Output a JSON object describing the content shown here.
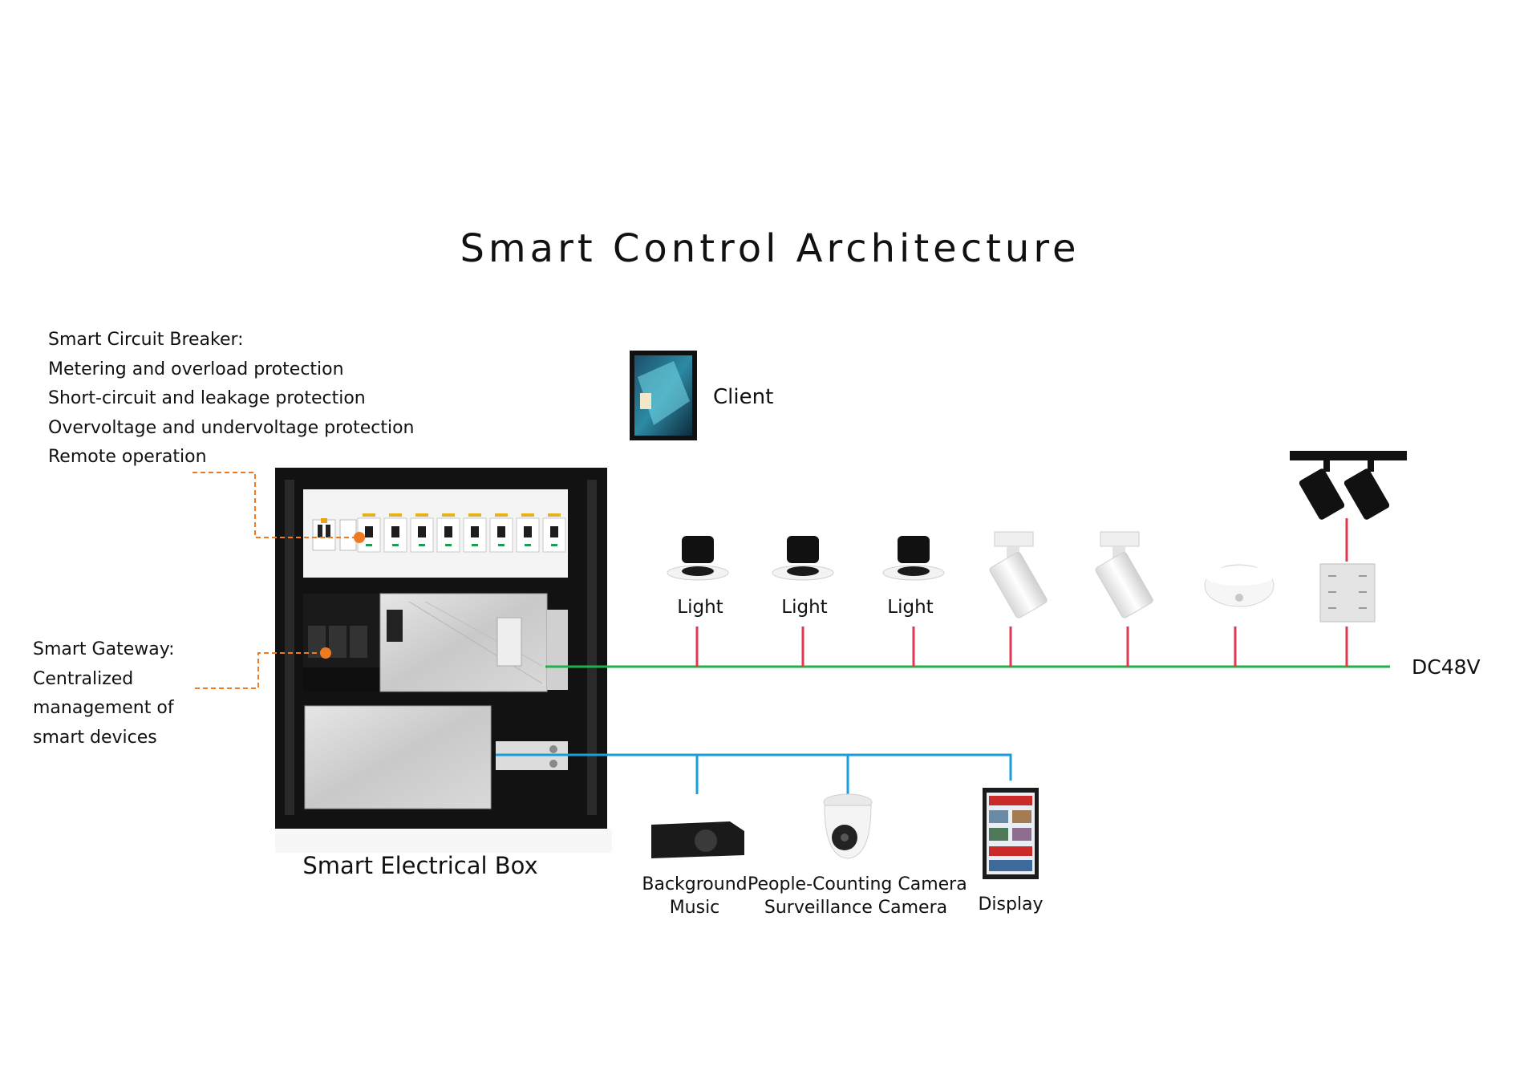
{
  "title": "Smart Control Architecture",
  "breaker_features": {
    "heading": "Smart Circuit Breaker:",
    "items": [
      "Metering and overload protection",
      "Short-circuit and leakage protection",
      "Overvoltage and undervoltage protection",
      "Remote operation"
    ]
  },
  "gateway_features": {
    "lines": [
      "Smart Gateway:",
      "Centralized",
      "management of",
      "smart devices"
    ]
  },
  "client_label": "Client",
  "box_label": "Smart Electrical Box",
  "bus_label": "DC48V",
  "lights": [
    {
      "label": "Light"
    },
    {
      "label": "Light"
    },
    {
      "label": "Light"
    }
  ],
  "network_devices": {
    "music": {
      "line1": "Background",
      "line2": "Music"
    },
    "camera": {
      "line1": "People-Counting Camera",
      "line2": "Surveillance Camera"
    },
    "display": {
      "label": "Display"
    }
  },
  "colors": {
    "dc_bus": "#1fb14a",
    "network": "#1a9ddc",
    "drop": "#e0394f",
    "callout": "#f07a22"
  }
}
